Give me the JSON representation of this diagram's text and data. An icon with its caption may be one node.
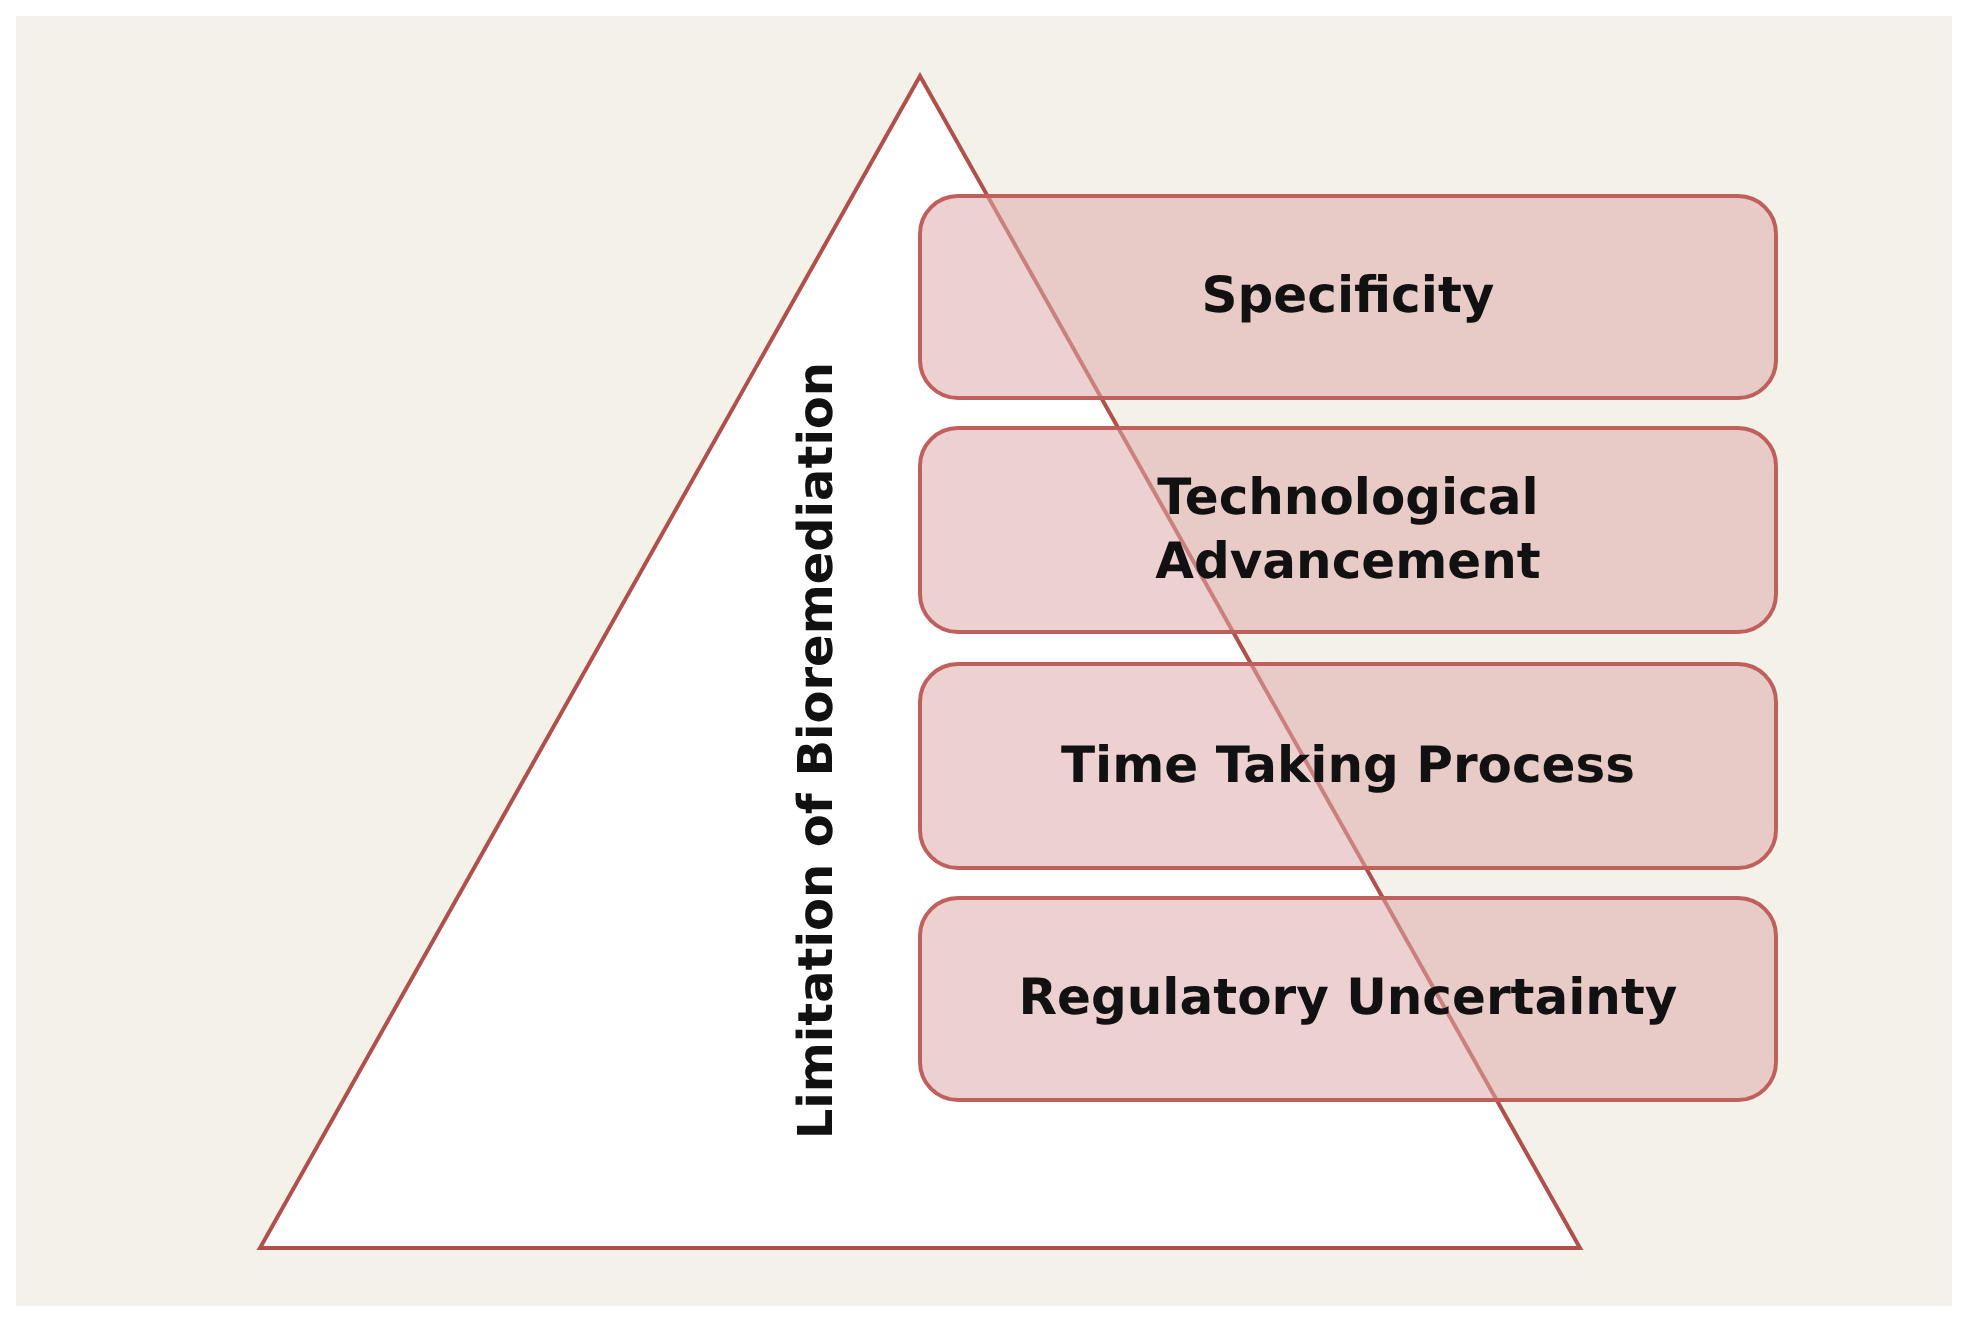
{
  "diagram": {
    "nodes": [
      {
        "text": [
          "Limitation of Bioremediation"
        ]
      },
      {
        "text": [
          "Specificity"
        ]
      },
      {
        "text": [
          "Technological Advancement"
        ]
      },
      {
        "text": [
          "Time Taking Process"
        ]
      },
      {
        "text": [
          "Regulatory Uncertainty"
        ]
      }
    ]
  }
}
